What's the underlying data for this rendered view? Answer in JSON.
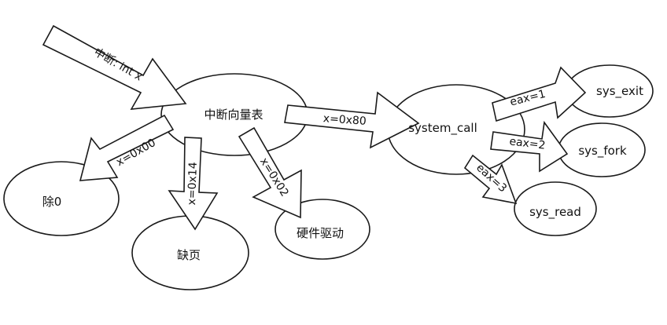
{
  "nodes": {
    "ivt": "中断向量表",
    "syscall": "system_call",
    "div0": "除0",
    "pagefault": "缺页",
    "hwdriver": "硬件驱动",
    "sys_exit": "sys_exit",
    "sys_fork": "sys_fork",
    "sys_read": "sys_read"
  },
  "edges": {
    "interrupt": "中断: int x",
    "x80": "x=0x80",
    "x00": "x=0x00",
    "x14": "x=0x14",
    "x02": "x=0x02",
    "eax1": "eax=1",
    "eax2": "eax=2",
    "eax3": "eax=3"
  }
}
